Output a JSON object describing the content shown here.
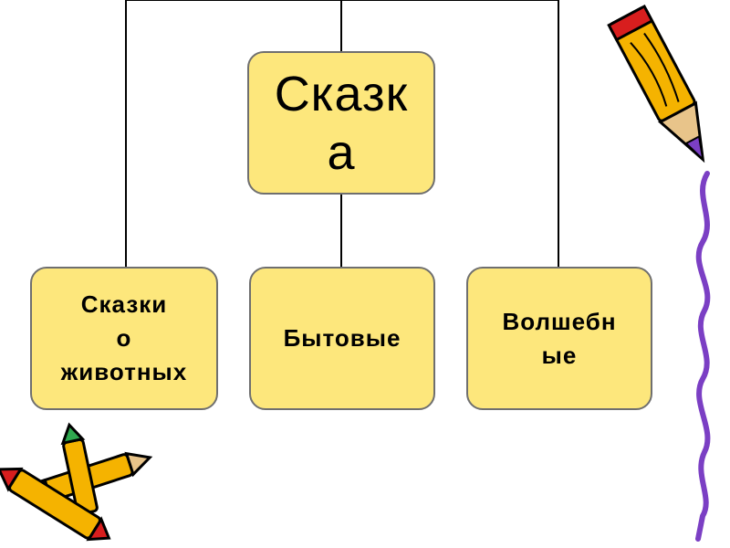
{
  "diagram": {
    "root": {
      "line1": "Сказк",
      "line2": "а"
    },
    "children": [
      {
        "lines": [
          "Сказки",
          "о",
          "животных"
        ]
      },
      {
        "lines": [
          "Бытовые"
        ]
      },
      {
        "lines": [
          "Волшебн",
          "ые"
        ]
      }
    ]
  },
  "colors": {
    "box_fill": "#fde77c",
    "box_border": "#6f6f6f",
    "connector": "#000000",
    "crayon_yellow": "#f5b300",
    "crayon_purple": "#7b3fc4",
    "crayon_red": "#d81e1e",
    "crayon_green": "#2fa84f"
  },
  "decorations": [
    "pencil-icon",
    "crayons-icon",
    "squiggle-line"
  ]
}
